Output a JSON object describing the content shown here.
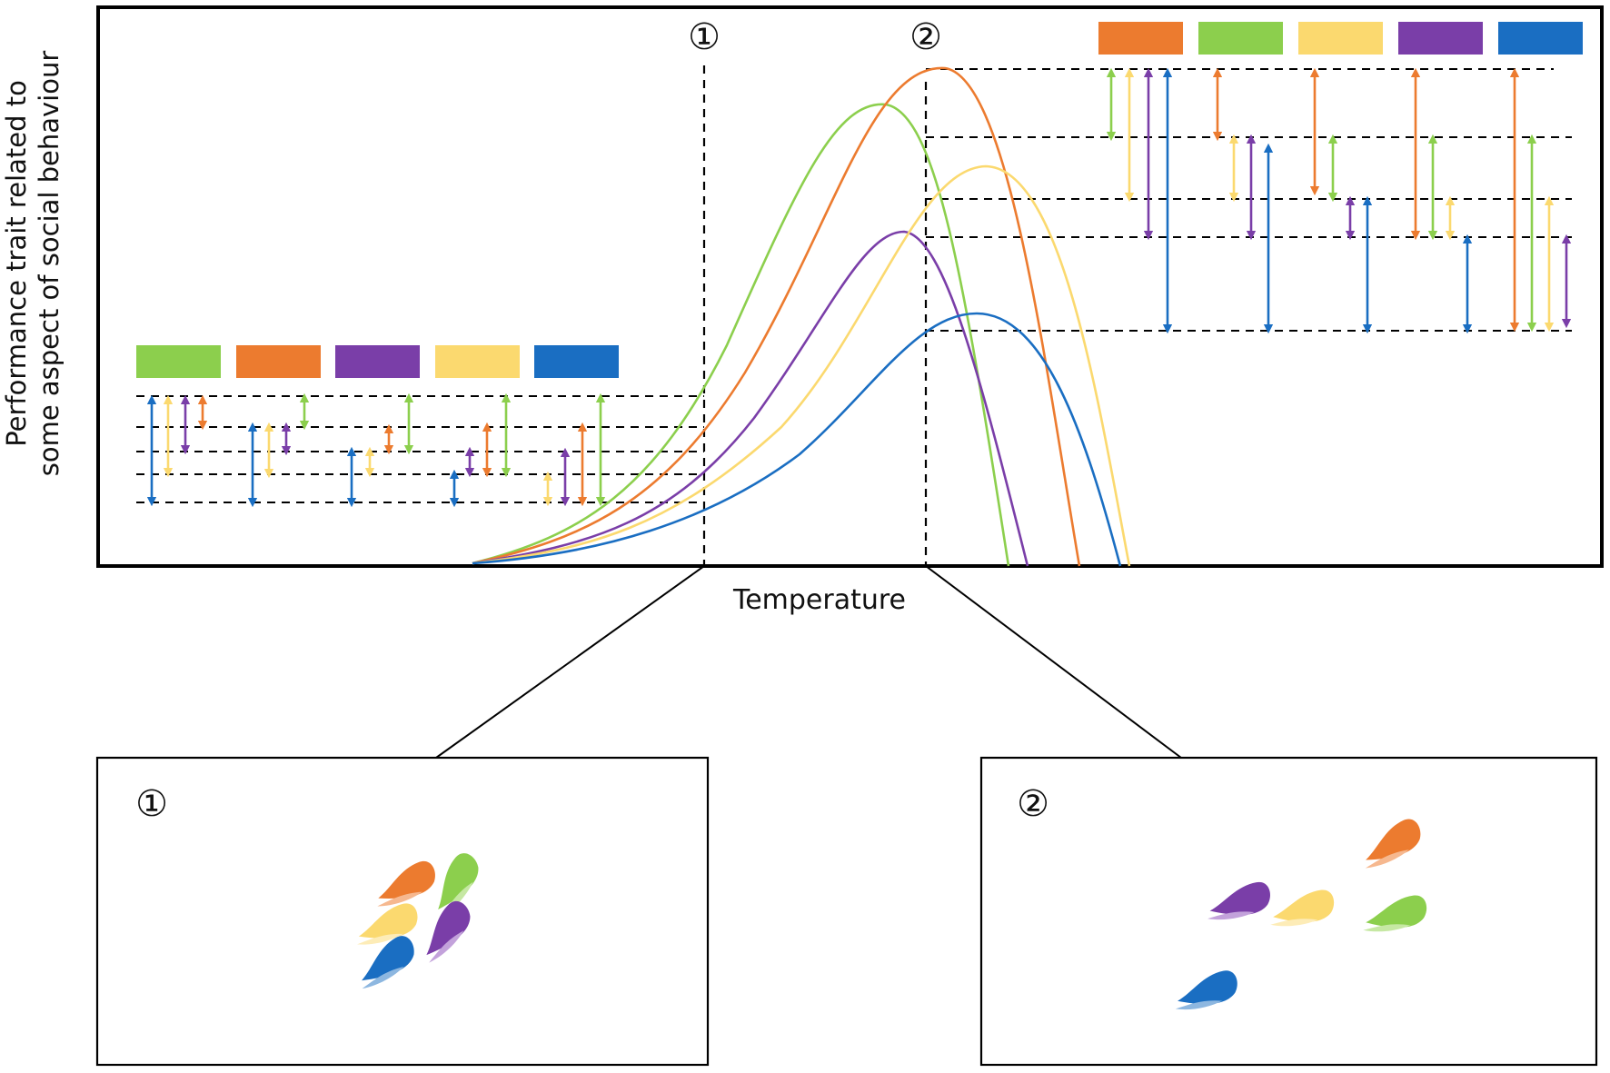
{
  "axis": {
    "x_label": "Temperature",
    "y_label_line1": "Performance trait related to",
    "y_label_line2": "some aspect of social behaviour"
  },
  "markers": [
    {
      "id": "1",
      "label": "①"
    },
    {
      "id": "2",
      "label": "②"
    }
  ],
  "colors": {
    "green": "#8ccf4d",
    "orange": "#ec7b2f",
    "purple": "#7a3ea8",
    "yellow": "#fbd96f",
    "blue": "#1a6ec2"
  },
  "left_legend_order": [
    "green",
    "orange",
    "purple",
    "yellow",
    "blue"
  ],
  "right_legend_order": [
    "orange",
    "green",
    "yellow",
    "purple",
    "blue"
  ],
  "curves": [
    "green",
    "orange",
    "purple",
    "yellow",
    "blue"
  ],
  "insets": [
    {
      "label": "①",
      "pattern": "aggregated group"
    },
    {
      "label": "②",
      "pattern": "dispersed group"
    }
  ]
}
